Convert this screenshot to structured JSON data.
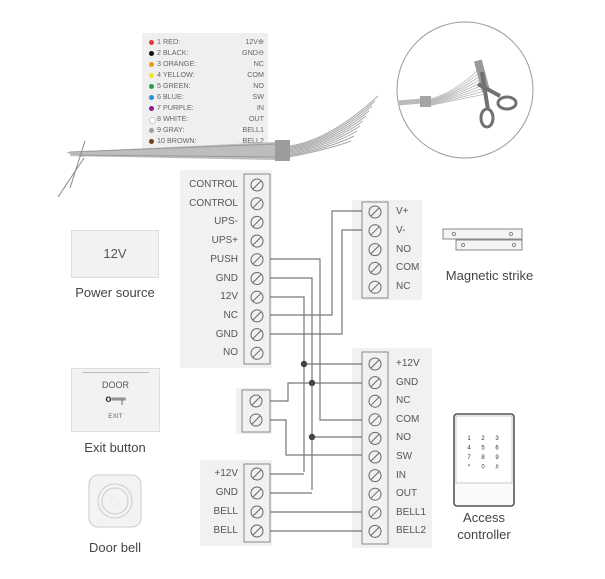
{
  "wire_legend": [
    {
      "label": "1 RED:",
      "value": "12V⊕",
      "color": "#e53935"
    },
    {
      "label": "2 BLACK:",
      "value": "GND⊖",
      "color": "#111111"
    },
    {
      "label": "3 ORANGE:",
      "value": "NC",
      "color": "#f39c12"
    },
    {
      "label": "4 YELLOW:",
      "value": "COM",
      "color": "#f5e51b"
    },
    {
      "label": "5 GREEN:",
      "value": "NO",
      "color": "#2e9e44"
    },
    {
      "label": "6 BLUE:",
      "value": "SW",
      "color": "#2a8fd8"
    },
    {
      "label": "7 PURPLE:",
      "value": "IN",
      "color": "#8e1a8e"
    },
    {
      "label": "8 WHITE:",
      "value": "OUT",
      "color": "#ffffff"
    },
    {
      "label": "9 GRAY:",
      "value": "BELL1",
      "color": "#9e9e9e"
    },
    {
      "label": "10 BROWN:",
      "value": "BELL2",
      "color": "#7a3b1a"
    }
  ],
  "power_supply_block": {
    "terminals": [
      "CONTROL",
      "CONTROL",
      "UPS-",
      "UPS+",
      "PUSH",
      "GND",
      "12V",
      "NC",
      "GND",
      "NO"
    ]
  },
  "lock_block": {
    "terminals": [
      "V+",
      "V-",
      "NO",
      "COM",
      "NC"
    ]
  },
  "controller_block": {
    "terminals": [
      "+12V",
      "GND",
      "NC",
      "COM",
      "NO",
      "SW",
      "IN",
      "OUT",
      "BELL1",
      "BELL2"
    ]
  },
  "exit_block": {
    "terminals": [
      "",
      ""
    ]
  },
  "bell_block": {
    "terminals": [
      "+12V",
      "GND",
      "BELL",
      "BELL"
    ]
  },
  "devices": {
    "power_source": {
      "face_text": "12V",
      "caption": "Power source"
    },
    "exit_button": {
      "face_title": "DOOR",
      "face_sub": "EXIT",
      "caption": "Exit button"
    },
    "door_bell": {
      "caption": "Door bell"
    },
    "magnetic_strike": {
      "caption": "Magnetic strike"
    },
    "access_controller": {
      "caption_line1": "Access",
      "caption_line2": "controller",
      "keys": [
        "1",
        "2",
        "3",
        "4",
        "5",
        "6",
        "7",
        "8",
        "9",
        "*",
        "0",
        "#"
      ]
    }
  },
  "colors": {
    "line": "#777777",
    "terminal_stroke": "#666666",
    "panel": "#f1f1f1",
    "node": "#444444"
  }
}
